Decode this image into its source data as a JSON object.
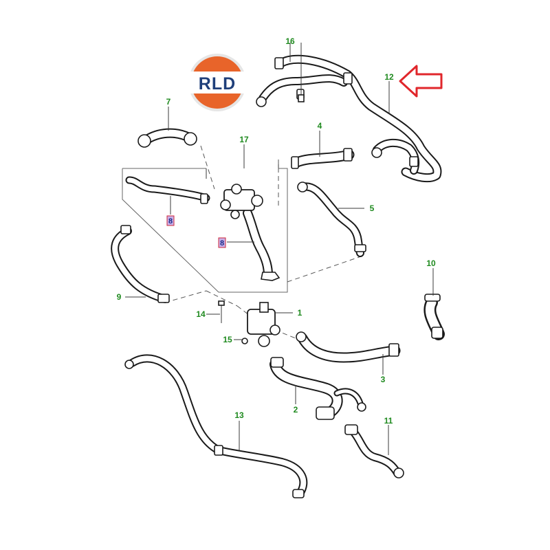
{
  "logo": {
    "text": "RLD",
    "colors": {
      "orange_top": "#e8642a",
      "orange_bottom": "#e05a1f",
      "band": "#ffffff",
      "text": "#1f3f7a",
      "ring": "#d8d8d8"
    }
  },
  "indicator": {
    "icon": "arrow-left-outline-icon",
    "color": "#e0262b",
    "points_to": "12"
  },
  "callouts": [
    {
      "id": "1",
      "label": "1"
    },
    {
      "id": "2",
      "label": "2"
    },
    {
      "id": "3",
      "label": "3"
    },
    {
      "id": "4",
      "label": "4"
    },
    {
      "id": "5",
      "label": "5"
    },
    {
      "id": "7",
      "label": "7"
    },
    {
      "id": "9",
      "label": "9"
    },
    {
      "id": "10",
      "label": "10"
    },
    {
      "id": "11",
      "label": "11"
    },
    {
      "id": "12",
      "label": "12"
    },
    {
      "id": "13",
      "label": "13"
    },
    {
      "id": "14",
      "label": "14"
    },
    {
      "id": "15",
      "label": "15"
    },
    {
      "id": "16",
      "label": "16"
    },
    {
      "id": "17",
      "label": "17"
    }
  ],
  "flagged_callouts": [
    {
      "id": "a",
      "label": "8",
      "highlight": "#c8b0e8"
    },
    {
      "id": "b",
      "label": "8",
      "highlight": "#c8b0e8"
    }
  ],
  "colors": {
    "callout_text": "#1f8a1f",
    "line": "#1a1a1a",
    "flag_text": "#1a2a8a"
  }
}
